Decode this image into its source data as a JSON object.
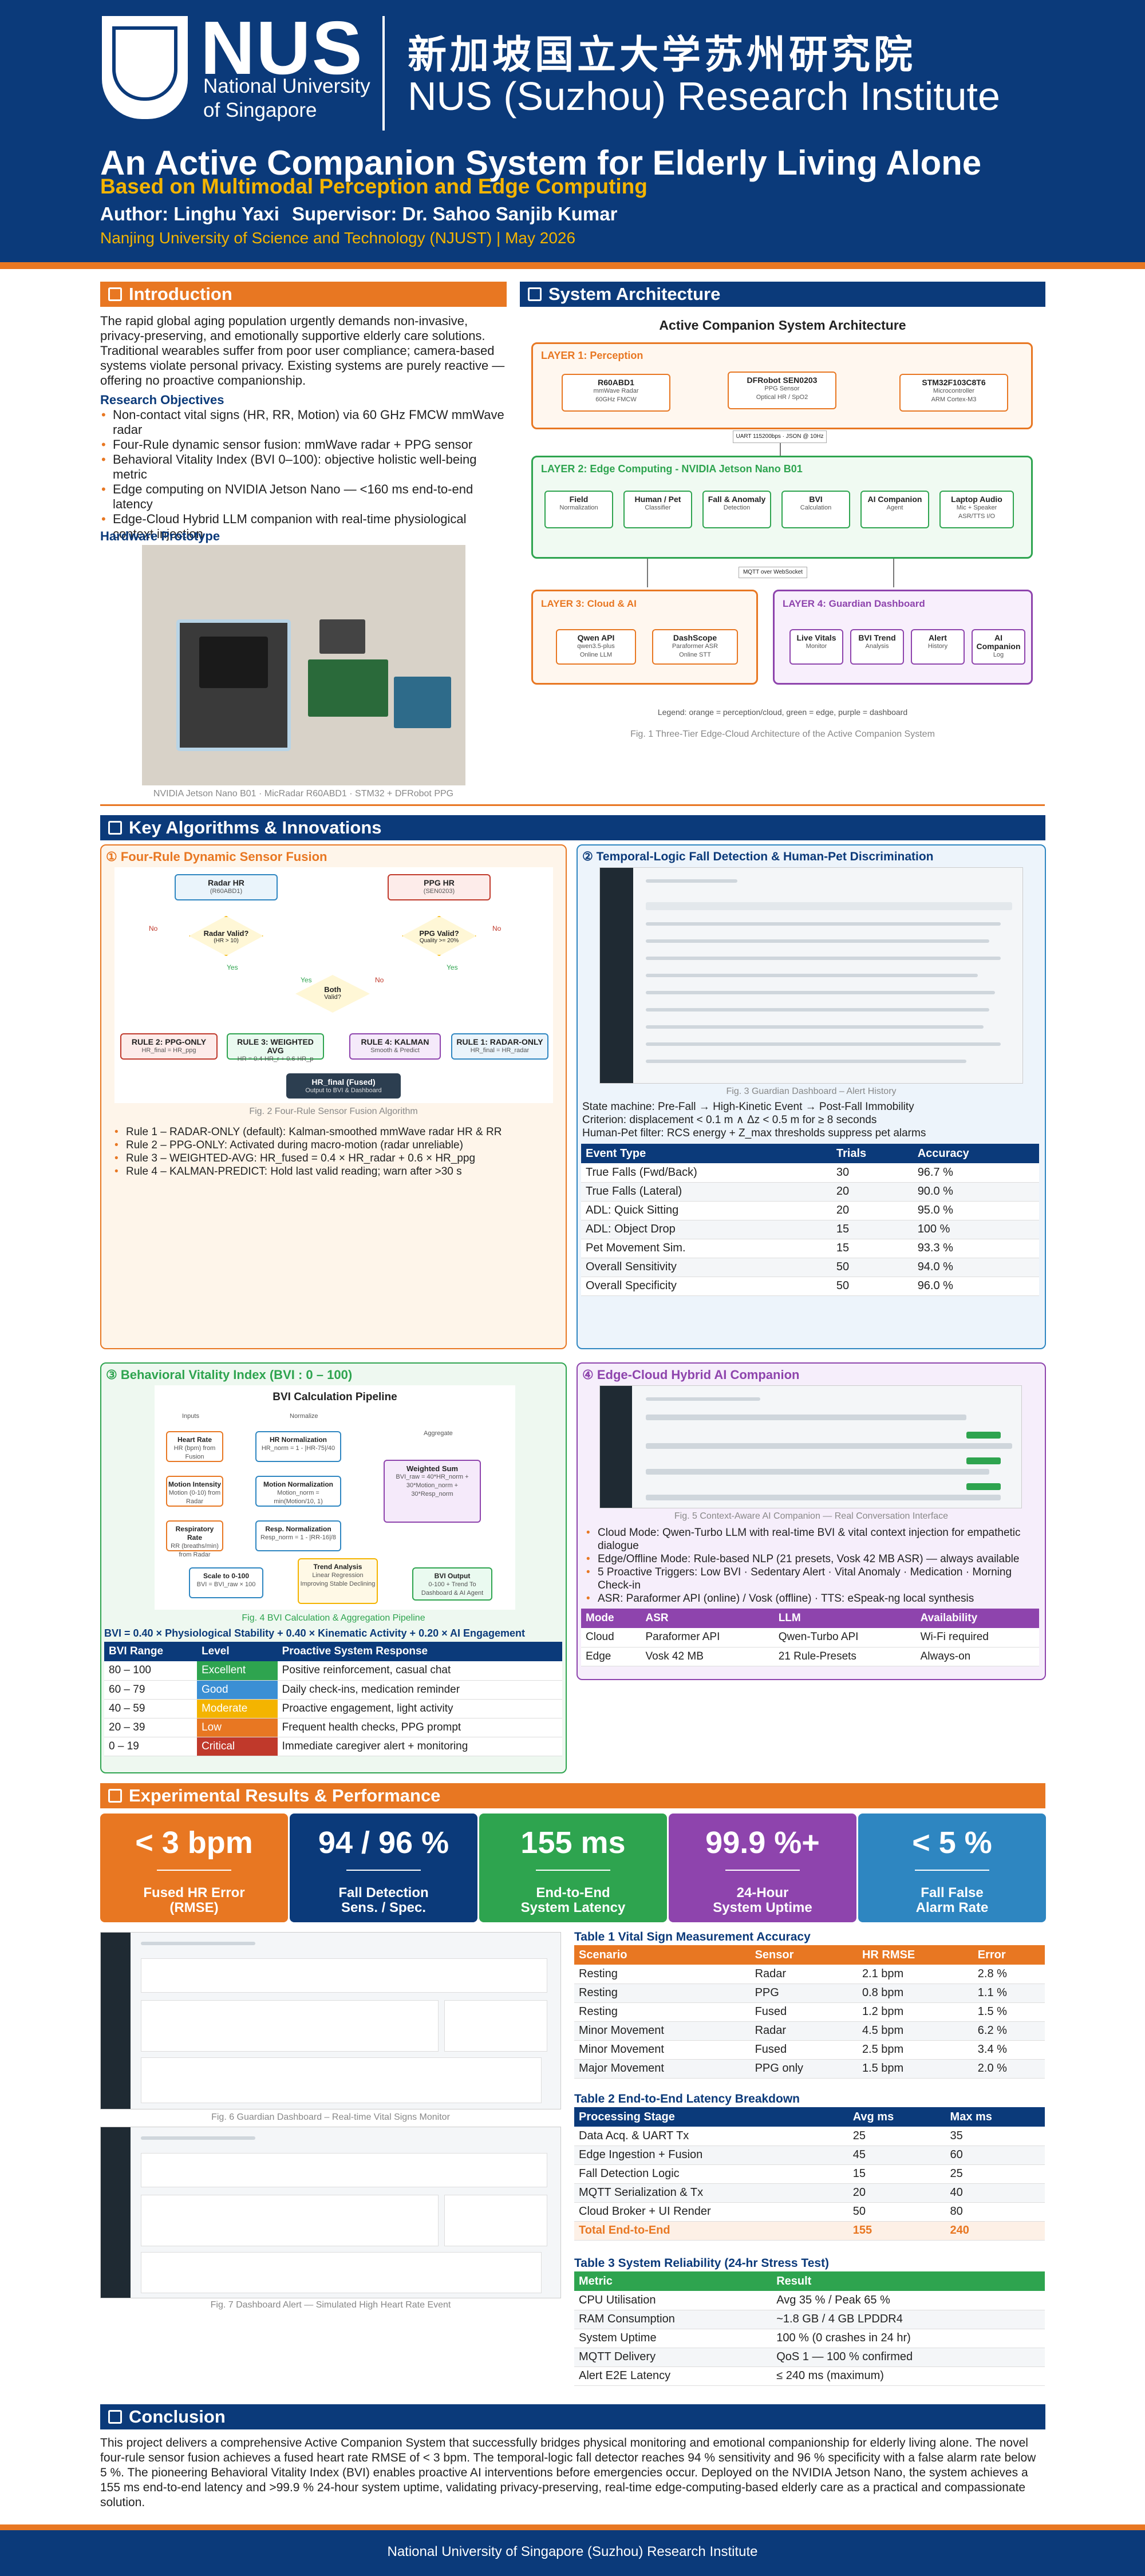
{
  "header": {
    "logo_text": "NUS",
    "logo_sub_1": "National University",
    "logo_sub_2": "of Singapore",
    "institute_cn": "新加坡国立大学苏州研究院",
    "institute_en": "NUS (Suzhou) Research Institute",
    "title": "An Active Companion System for Elderly Living Alone",
    "subtitle": "Based on Multimodal Perception and Edge Computing",
    "author": "Author: Linghu Yaxi",
    "supervisor": "Supervisor: Dr. Sahoo Sanjib Kumar",
    "affiliation": "Nanjing University of Science and Technology (NJUST)  |  May 2026"
  },
  "intro": {
    "heading": "Introduction",
    "body": "The rapid global aging population urgently demands non-invasive, privacy-preserving, and emotionally supportive elderly care solutions. Traditional wearables suffer from poor user compliance; camera-based systems violate personal privacy. Existing systems are purely reactive — offering no proactive companionship.",
    "objectives_heading": "Research Objectives",
    "objectives": [
      "Non-contact vital signs (HR, RR, Motion) via 60 GHz FMCW mmWave radar",
      "Four-Rule dynamic sensor fusion: mmWave radar + PPG sensor",
      "Behavioral Vitality Index (BVI 0–100): objective holistic well-being metric",
      "Edge computing on NVIDIA Jetson Nano — <160 ms end-to-end latency",
      "Edge-Cloud Hybrid LLM companion with real-time physiological context injection"
    ],
    "hardware_heading": "Hardware Prototype",
    "hardware_caption": "NVIDIA Jetson Nano B01  ·  MicRadar R60ABD1  ·  STM32 + DFRobot PPG"
  },
  "arch": {
    "heading": "System Architecture",
    "diagram_title": "Active Companion System Architecture",
    "layer1": "LAYER 1: Perception",
    "l1_nodes": [
      {
        "t": "R60ABD1",
        "s1": "mmWave Radar",
        "s2": "60GHz FMCW"
      },
      {
        "t": "DFRobot SEN0203",
        "s1": "PPG Sensor",
        "s2": "Optical HR / SpO2"
      },
      {
        "t": "STM32F103C8T6",
        "s1": "Microcontroller",
        "s2": "ARM Cortex-M3"
      }
    ],
    "uart": "UART 115200bps · JSON @ 10Hz",
    "layer2": "LAYER 2: Edge Computing - NVIDIA Jetson Nano B01",
    "l2_nodes": [
      {
        "t": "Field",
        "s1": "Normalization"
      },
      {
        "t": "Human / Pet",
        "s1": "Classifier"
      },
      {
        "t": "Fall & Anomaly",
        "s1": "Detection"
      },
      {
        "t": "BVI",
        "s1": "Calculation"
      },
      {
        "t": "AI Companion",
        "s1": "Agent"
      },
      {
        "t": "Laptop Audio",
        "s1": "Mic + Speaker",
        "s2": "ASR/TTS I/O"
      }
    ],
    "mqtt": "MQTT over WebSocket",
    "layer3": "LAYER 3: Cloud & AI",
    "l3_nodes": [
      {
        "t": "Qwen API",
        "s1": "qwen3.5-plus",
        "s2": "Online LLM"
      },
      {
        "t": "DashScope",
        "s1": "Paraformer ASR",
        "s2": "Online STT"
      }
    ],
    "layer4": "LAYER 4: Guardian Dashboard",
    "l4_nodes": [
      {
        "t": "Live Vitals",
        "s1": "Monitor"
      },
      {
        "t": "BVI Trend",
        "s1": "Analysis"
      },
      {
        "t": "Alert",
        "s1": "History"
      },
      {
        "t": "AI Companion",
        "s1": "Log"
      }
    ],
    "legend": "Legend: orange = perception/cloud, green = edge, purple = dashboard",
    "caption": "Fig. 1  Three-Tier Edge-Cloud Architecture of the Active Companion System"
  },
  "algo": {
    "heading": "Key Algorithms & Innovations",
    "p1_title": "① Four-Rule Dynamic Sensor Fusion",
    "fusion_nodes": {
      "radar": "Radar HR",
      "radar_s": "(R60ABD1)",
      "ppg": "PPG HR",
      "ppg_s": "(SEN0203)",
      "rv": "Radar Valid?",
      "rv_s": "(HR > 10)",
      "pv": "PPG Valid?",
      "pv_s": "Quality >= 20%",
      "both": "Both",
      "both_s": "Valid?",
      "yes": "Yes",
      "no": "No",
      "r2": "RULE 2: PPG-ONLY",
      "r2_s": "HR_final = HR_ppg",
      "r3": "RULE 3: WEIGHTED AVG",
      "r3_s": "HR = 0.4·HR_r + 0.6·HR_p",
      "r4": "RULE 4: KALMAN",
      "r4_s": "Smooth & Predict",
      "r1": "RULE 1: RADAR-ONLY",
      "r1_s": "HR_final = HR_radar",
      "out": "HR_final (Fused)",
      "out_s": "Output to BVI & Dashboard"
    },
    "p1_caption": "Fig. 2  Four-Rule Sensor Fusion Algorithm",
    "rules": [
      "Rule 1 – RADAR-ONLY (default): Kalman-smoothed mmWave radar HR & RR",
      "Rule 2 – PPG-ONLY: Activated during macro-motion (radar unreliable)",
      "Rule 3 – WEIGHTED-AVG: HR_fused = 0.4 × HR_radar + 0.6 × HR_ppg",
      "Rule 4 – KALMAN-PREDICT: Hold last valid reading; warn after >30 s"
    ],
    "p2_title": "② Temporal-Logic Fall Detection & Human-Pet Discrimination",
    "p2_caption": "Fig. 3  Guardian Dashboard – Alert History",
    "p2_lines": [
      "State machine: Pre-Fall → High-Kinetic Event → Post-Fall Immobility",
      "Criterion: displacement < 0.1 m ∧ Δz < 0.5 m for ≥ 8 seconds",
      "Human-Pet filter: RCS energy + Z_max thresholds suppress pet alarms"
    ],
    "fall_table": {
      "headers": [
        "Event Type",
        "Trials",
        "Accuracy"
      ],
      "rows": [
        [
          "True Falls (Fwd/Back)",
          "30",
          "96.7 %"
        ],
        [
          "True Falls (Lateral)",
          "20",
          "90.0 %"
        ],
        [
          "ADL: Quick Sitting",
          "20",
          "95.0 %"
        ],
        [
          "ADL: Object Drop",
          "15",
          "100 %"
        ],
        [
          "Pet Movement Sim.",
          "15",
          "93.3 %"
        ],
        [
          "Overall Sensitivity",
          "50",
          "94.0 %"
        ],
        [
          "Overall Specificity",
          "50",
          "96.0 %"
        ]
      ]
    },
    "p3_title": "③ Behavioral Vitality Index  (BVI : 0 – 100)",
    "bvi_diag": {
      "title": "BVI Calculation Pipeline",
      "inputs": "Inputs",
      "normalize": "Normalize",
      "aggregate": "Aggregate",
      "n1": "Heart Rate",
      "n1s": "HR (bpm) from Fusion",
      "n2": "HR Normalization",
      "n2s": "HR_norm = 1 - |HR-75|/40",
      "n3": "Motion Intensity",
      "n3s": "Motion (0-10) from Radar",
      "n4": "Motion Normalization",
      "n4s": "Motion_norm = min(Motion/10, 1)",
      "n5": "Respiratory Rate",
      "n5s": "RR (breaths/min) from Radar",
      "n6": "Resp. Normalization",
      "n6s": "Resp_norm = 1 - |RR-16|/8",
      "n7": "Weighted Sum",
      "n7s": "BVI_raw = 40*HR_norm + 30*Motion_norm + 30*Resp_norm",
      "n8": "Scale to 0-100",
      "n8s": "BVI = BVI_raw × 100",
      "n9": "Trend Analysis",
      "n9s": "Linear Regression Improving Stable Declining",
      "n10": "BVI Output",
      "n10s": "0-100 + Trend To Dashboard & AI Agent"
    },
    "p3_caption": "Fig. 4  BVI Calculation & Aggregation Pipeline",
    "bvi_formula": "BVI = 0.40 × Physiological Stability  +  0.40 × Kinematic Activity  +  0.20 × AI Engagement",
    "bvi_table": {
      "headers": [
        "BVI Range",
        "Level",
        "Proactive System Response"
      ],
      "rows": [
        {
          "r": "80 – 100",
          "l": "Excellent",
          "p": "Positive reinforcement, casual chat",
          "c": "#2ea44f"
        },
        {
          "r": "60 – 79",
          "l": "Good",
          "p": "Daily check-ins, medication reminder",
          "c": "#3b8fd4"
        },
        {
          "r": "40 – 59",
          "l": "Moderate",
          "p": "Proactive engagement, light activity",
          "c": "#f4b400"
        },
        {
          "r": "20 – 39",
          "l": "Low",
          "p": "Frequent health checks, PPG prompt",
          "c": "#e87722"
        },
        {
          "r": "0 – 19",
          "l": "Critical",
          "p": "Immediate caregiver alert + monitoring",
          "c": "#c0392b"
        }
      ]
    },
    "p4_title": "④ Edge-Cloud Hybrid AI Companion",
    "p4_caption": "Fig. 5  Context-Aware AI Companion — Real Conversation Interface",
    "p4_bullets": [
      "Cloud Mode: Qwen-Turbo LLM with real-time BVI & vital context injection for empathetic dialogue",
      "Edge/Offline Mode: Rule-based NLP (21 presets, Vosk 42 MB ASR) — always available",
      "5 Proactive Triggers: Low BVI · Sedentary Alert · Vital Anomaly · Medication · Morning Check-in",
      "ASR: Paraformer API (online) / Vosk (offline) · TTS: eSpeak-ng local synthesis"
    ],
    "mode_table": {
      "headers": [
        "Mode",
        "ASR",
        "LLM",
        "Availability"
      ],
      "rows": [
        [
          "Cloud",
          "Paraformer API",
          "Qwen-Turbo API",
          "Wi-Fi required"
        ],
        [
          "Edge",
          "Vosk 42 MB",
          "21 Rule-Presets",
          "Always-on"
        ]
      ]
    }
  },
  "results": {
    "heading": "Experimental Results & Performance",
    "kpis": [
      {
        "v": "< 3 bpm",
        "l1": "Fused HR Error",
        "l2": "(RMSE)",
        "c": "#e87722"
      },
      {
        "v": "94 / 96 %",
        "l1": "Fall Detection",
        "l2": "Sens. / Spec.",
        "c": "#0b3a7a"
      },
      {
        "v": "155 ms",
        "l1": "End-to-End",
        "l2": "System Latency",
        "c": "#2ea44f"
      },
      {
        "v": "99.9 %+",
        "l1": "24-Hour",
        "l2": "System Uptime",
        "c": "#8e44ad"
      },
      {
        "v": "< 5 %",
        "l1": "Fall False",
        "l2": "Alarm Rate",
        "c": "#2e86c1"
      }
    ],
    "fig6": "Fig. 6  Guardian Dashboard – Real-time Vital Signs Monitor",
    "fig7": "Fig. 7  Dashboard Alert — Simulated High Heart Rate Event",
    "t1_title": "Table 1  Vital Sign Measurement Accuracy",
    "t1": {
      "headers": [
        "Scenario",
        "Sensor",
        "HR RMSE",
        "Error"
      ],
      "rows": [
        [
          "Resting",
          "Radar",
          "2.1 bpm",
          "2.8 %"
        ],
        [
          "Resting",
          "PPG",
          "0.8 bpm",
          "1.1 %"
        ],
        [
          "Resting",
          "Fused",
          "1.2 bpm",
          "1.5 %"
        ],
        [
          "Minor Movement",
          "Radar",
          "4.5 bpm",
          "6.2 %"
        ],
        [
          "Minor Movement",
          "Fused",
          "2.5 bpm",
          "3.4 %"
        ],
        [
          "Major Movement",
          "PPG only",
          "1.5 bpm",
          "2.0 %"
        ]
      ]
    },
    "t2_title": "Table 2  End-to-End Latency Breakdown",
    "t2": {
      "headers": [
        "Processing Stage",
        "Avg ms",
        "Max ms"
      ],
      "rows": [
        [
          "Data Acq. & UART Tx",
          "25",
          "35"
        ],
        [
          "Edge Ingestion + Fusion",
          "45",
          "60"
        ],
        [
          "Fall Detection Logic",
          "15",
          "25"
        ],
        [
          "MQTT Serialization & Tx",
          "20",
          "40"
        ],
        [
          "Cloud Broker + UI Render",
          "50",
          "80"
        ]
      ],
      "total": [
        "Total End-to-End",
        "155",
        "240"
      ]
    },
    "t3_title": "Table 3  System Reliability (24-hr Stress Test)",
    "t3": {
      "headers": [
        "Metric",
        "Result"
      ],
      "rows": [
        [
          "CPU Utilisation",
          "Avg 35 %  /  Peak 65 %"
        ],
        [
          "RAM Consumption",
          "~1.8 GB / 4 GB LPDDR4"
        ],
        [
          "System Uptime",
          "100 %  (0 crashes in 24 hr)"
        ],
        [
          "MQTT Delivery",
          "QoS 1 — 100 % confirmed"
        ],
        [
          "Alert E2E Latency",
          "≤ 240 ms (maximum)"
        ]
      ]
    }
  },
  "conclusion": {
    "heading": "Conclusion",
    "body": "This project delivers a comprehensive Active Companion System that successfully bridges physical monitoring and emotional companionship for elderly living alone. The novel four-rule sensor fusion achieves a fused heart rate RMSE of < 3 bpm. The temporal-logic fall detector reaches 94 % sensitivity and 96 % specificity with a false alarm rate below 5 %. The pioneering Behavioral Vitality Index (BVI) enables proactive AI interventions before emergencies occur. Deployed on the NVIDIA Jetson Nano, the system achieves a 155 ms end-to-end latency and >99.9 % 24-hour system uptime, validating privacy-preserving, real-time edge-computing-based elderly care as a practical and compassionate solution."
  },
  "footer": "National University of Singapore (Suzhou) Research Institute"
}
